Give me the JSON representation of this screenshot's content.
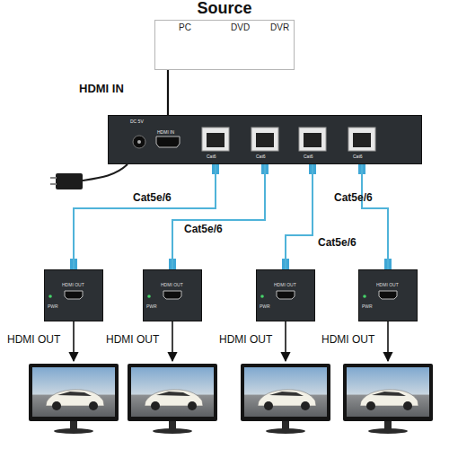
{
  "diagram": {
    "title": "Source",
    "nodes": [
      {
        "text": [
          "PC",
          "DVD",
          "DVR"
        ]
      },
      {
        "text": [
          "DC 5V",
          "HDMI IN",
          "Cat6",
          "Cat6",
          "Cat6",
          "Cat6"
        ]
      },
      {
        "text": [
          "PWR",
          "HDMI OUT"
        ]
      },
      {
        "text": [
          "PWR",
          "HDMI OUT"
        ]
      },
      {
        "text": [
          "PWR",
          "HDMI OUT"
        ]
      },
      {
        "text": [
          "PWR",
          "HDMI OUT"
        ]
      }
    ],
    "edges": [
      {
        "from": 0,
        "to": 1,
        "label": "HDMI IN",
        "arrow": "none"
      },
      {
        "from": 1,
        "to": 2,
        "label": "Cat5e/6",
        "arrow": "none"
      },
      {
        "from": 1,
        "to": 3,
        "label": "Cat5e/6",
        "arrow": "none"
      },
      {
        "from": 1,
        "to": 4,
        "label": "Cat5e/6",
        "arrow": "none"
      },
      {
        "from": 1,
        "to": 5,
        "label": "Cat5e/6",
        "arrow": "none"
      }
    ],
    "labels": [
      "HDMI OUT",
      "HDMI OUT",
      "HDMI OUT",
      "HDMI OUT"
    ]
  }
}
